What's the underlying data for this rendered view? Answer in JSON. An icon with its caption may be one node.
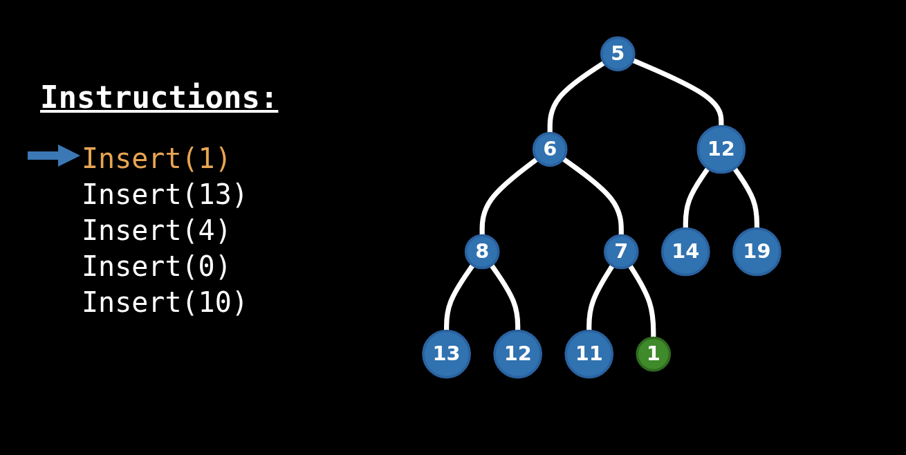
{
  "diagram": {
    "title": "Instructions:",
    "nodes": [
      {
        "text": [
          "5"
        ]
      },
      {
        "text": [
          "6"
        ]
      },
      {
        "text": [
          "12"
        ]
      },
      {
        "text": [
          "8"
        ]
      },
      {
        "text": [
          "7"
        ]
      },
      {
        "text": [
          "14"
        ]
      },
      {
        "text": [
          "19"
        ]
      },
      {
        "text": [
          "13"
        ]
      },
      {
        "text": [
          "12"
        ]
      },
      {
        "text": [
          "11"
        ]
      },
      {
        "text": [
          "1"
        ]
      }
    ],
    "edges": [
      {
        "from": 0,
        "to": 1,
        "arrow": "none"
      },
      {
        "from": 0,
        "to": 2,
        "arrow": "none"
      },
      {
        "from": 1,
        "to": 3,
        "arrow": "none"
      },
      {
        "from": 1,
        "to": 4,
        "arrow": "none"
      },
      {
        "from": 2,
        "to": 5,
        "arrow": "none"
      },
      {
        "from": 2,
        "to": 6,
        "arrow": "none"
      },
      {
        "from": 3,
        "to": 7,
        "arrow": "none"
      },
      {
        "from": 3,
        "to": 8,
        "arrow": "none"
      },
      {
        "from": 4,
        "to": 9,
        "arrow": "none"
      },
      {
        "from": 4,
        "to": 10,
        "arrow": "none"
      }
    ],
    "labels": [
      "Insert(1)",
      "Insert(13)",
      "Insert(4)",
      "Insert(0)",
      "Insert(10)"
    ]
  }
}
